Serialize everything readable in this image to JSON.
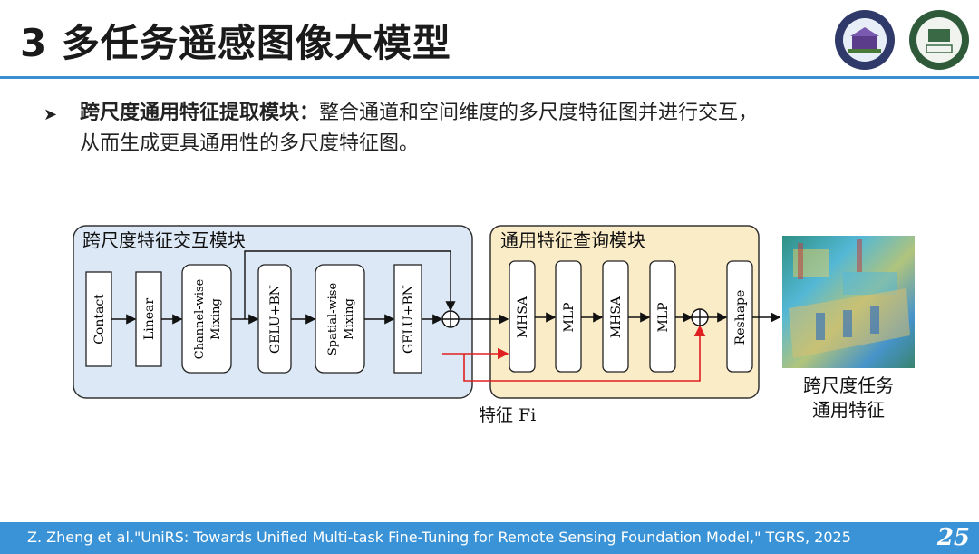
{
  "slide": {
    "title": "3 多任务遥感图像大模型",
    "bullet_bold": "跨尺度通用特征提取模块：",
    "bullet_line1": "整合通道和空间维度的多尺度特征图并进行交互，",
    "bullet_line2": "从而生成更具通用性的多尺度特征图。",
    "footer": "Z. Zheng et al.\"UniRS: Towards Unified Multi-task Fine-Tuning for Remote Sensing Foundation Model,\" TGRS, 2025",
    "page_number": "25"
  },
  "diagram": {
    "left_module_title": "跨尺度特征交互模块",
    "right_module_title": "通用特征查询模块",
    "left_blocks": [
      "Contact",
      "Linear",
      "Channel-wise Mixing",
      "GELU+BN",
      "Spatial-wise Mixing",
      "GELU+BN"
    ],
    "right_blocks": [
      "MHSA",
      "MLP",
      "MHSA",
      "MLP",
      "Reshape"
    ],
    "input_label": "特征 Fi",
    "output_label_line1": "跨尺度任务",
    "output_label_line2": "通用特征"
  },
  "colors": {
    "accent": "#3a8fd0",
    "left_module_fill": "#dce8f5",
    "right_module_fill": "#fbecc8",
    "input_arrow": "#e02020"
  }
}
